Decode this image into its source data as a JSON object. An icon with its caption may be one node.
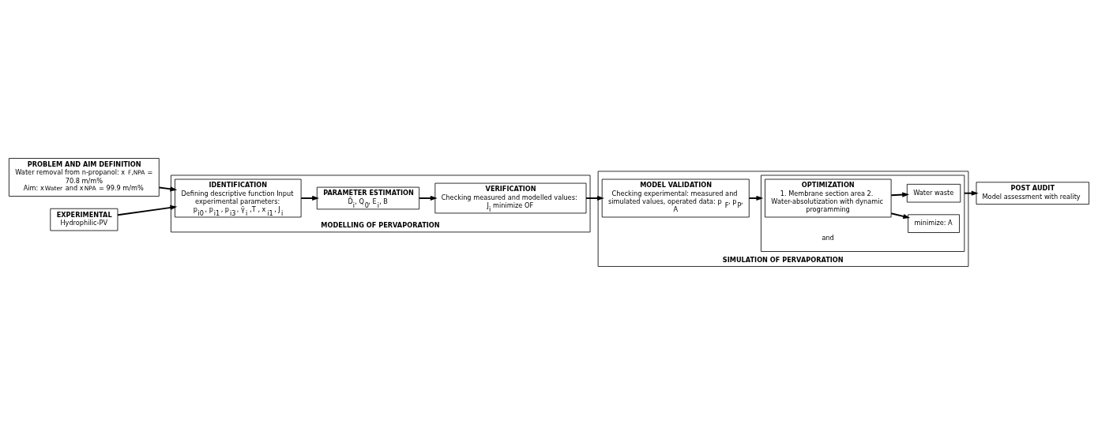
{
  "diagram": {
    "nodes": [
      {
        "text": [
          "PROBLEM AND AIM DEFINITION",
          "Water removal from n-propanol: x$_{F,NPA}$ = 70.8 m/m%",
          "Aim: x$_{Water}$ and x$_{NPA}$ = 99.9 m/m%"
        ]
      },
      {
        "text": [
          "EXPERIMENTAL",
          "Hydrophilic-PV"
        ]
      },
      {
        "text": [
          "MODELLING OF PERVAPORATION"
        ]
      },
      {
        "text": [
          "IDENTIFICATION",
          "Defining descriptive function Input experimental parameters:",
          "p$_{i0}$ , p$_{i1}$ , p$_{i3}$ , γ̄$_{i}$ ,T , x$_{i1}$ , J$_{i}$"
        ],
        "in": 2
      },
      {
        "text": [
          "PARAMETER ESTIMATION",
          "D̄$_{i}$, Q$_{0}$, E$_{i}$, B"
        ],
        "in": 2
      },
      {
        "text": [
          "VERIFICATION",
          "Checking measured and modelled values: J$_{i}$ minimize OF"
        ],
        "in": 2
      },
      {
        "text": [
          "SIMULATION OF PERVAPORATION"
        ]
      },
      {
        "text": [
          "MODEL VALIDATION",
          "Checking experimental: measured and simulated values, operated data: p$_{F}$, p$_{P}$, A"
        ],
        "in": 6
      },
      {
        "text": [],
        "shape": "box",
        "in": 6
      },
      {
        "text": [
          "minimize: A"
        ],
        "in": 8
      },
      {
        "text": [
          "Water waste"
        ],
        "in": 8
      },
      {
        "text": [
          "OPTIMIZATION",
          "1. Membrane section area 2. Water-absolutization with dynamic programming"
        ],
        "in": 8
      },
      {
        "text": [
          "POST AUDIT",
          "Model assessment with reality"
        ]
      }
    ],
    "edges": [
      {
        "from": 0,
        "to": 3,
        "arrow": "to"
      },
      {
        "from": 1,
        "to": 3,
        "arrow": "to"
      },
      {
        "from": 3,
        "to": 4,
        "arrow": "to"
      },
      {
        "from": 4,
        "to": 5,
        "arrow": "to"
      },
      {
        "from": 5,
        "to": 7,
        "arrow": "to"
      },
      {
        "from": 7,
        "to": 8,
        "arrow": "to"
      },
      {
        "from": 11,
        "to": 9,
        "arrow": "to"
      },
      {
        "from": 11,
        "to": 10,
        "arrow": "to"
      },
      {
        "from": 8,
        "to": 12,
        "arrow": "to"
      }
    ],
    "labels": [
      "and"
    ]
  }
}
